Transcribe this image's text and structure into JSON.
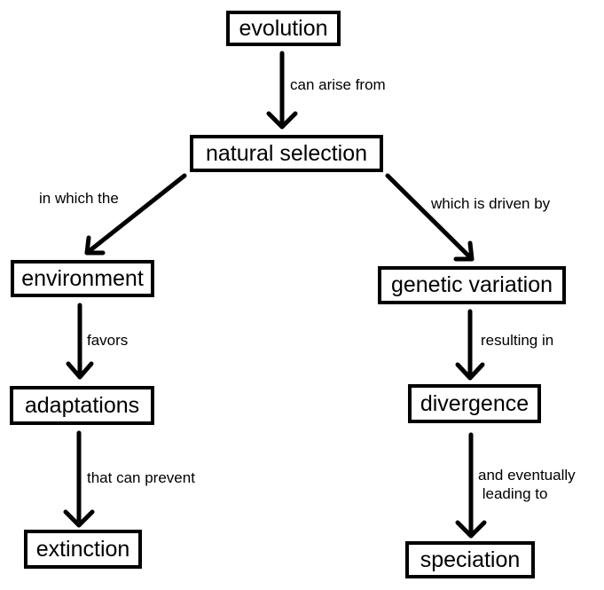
{
  "diagram": {
    "type": "concept-map",
    "stroke_color": "#000000",
    "background": "#ffffff",
    "nodes": [
      {
        "id": "evolution",
        "label": "evolution"
      },
      {
        "id": "natural-selection",
        "label": "natural selection"
      },
      {
        "id": "environment",
        "label": "environment"
      },
      {
        "id": "genetic-variation",
        "label": "genetic variation"
      },
      {
        "id": "adaptations",
        "label": "adaptations"
      },
      {
        "id": "divergence",
        "label": "divergence"
      },
      {
        "id": "extinction",
        "label": "extinction"
      },
      {
        "id": "speciation",
        "label": "speciation"
      }
    ],
    "edges": [
      {
        "from": "evolution",
        "to": "natural-selection",
        "label": "can arise from"
      },
      {
        "from": "natural-selection",
        "to": "environment",
        "label": "in which the"
      },
      {
        "from": "natural-selection",
        "to": "genetic-variation",
        "label": "which is driven by"
      },
      {
        "from": "environment",
        "to": "adaptations",
        "label": "favors"
      },
      {
        "from": "adaptations",
        "to": "extinction",
        "label": "that can prevent"
      },
      {
        "from": "genetic-variation",
        "to": "divergence",
        "label": "resulting in"
      },
      {
        "from": "divergence",
        "to": "speciation",
        "label": "and eventually\n leading to"
      }
    ]
  }
}
